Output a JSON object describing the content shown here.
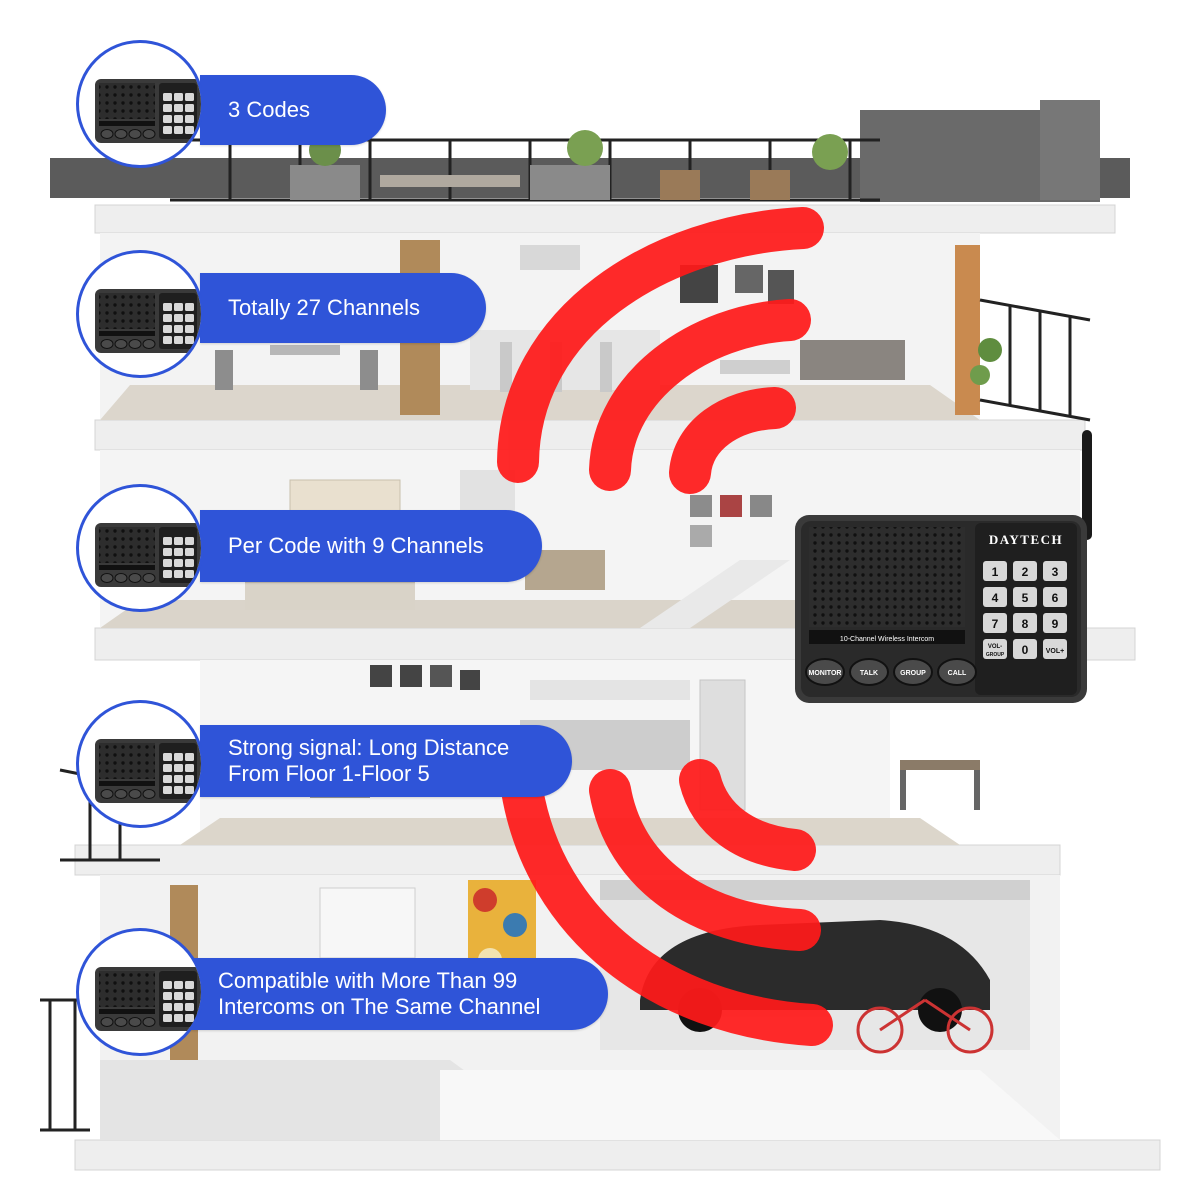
{
  "features": [
    {
      "lines": [
        "3 Codes"
      ]
    },
    {
      "lines": [
        "Totally 27 Channels"
      ]
    },
    {
      "lines": [
        "Per Code with 9 Channels"
      ]
    },
    {
      "lines": [
        "Strong signal: Long Distance",
        "From Floor 1-Floor 5"
      ]
    },
    {
      "lines": [
        "Compatible with More Than 99",
        "Intercoms on The Same Channel"
      ]
    }
  ],
  "device": {
    "brand": "DAYTECH",
    "panel_label": "10-Channel Wireless Intercom",
    "keypad": [
      "1",
      "2",
      "3",
      "4",
      "5",
      "6",
      "7",
      "8",
      "9",
      "0"
    ],
    "vol_minus": "VOL-",
    "vol_minus_sub": "GROUP",
    "vol_plus": "VOL+",
    "buttons": [
      "MONITOR",
      "TALK",
      "GROUP",
      "CALL"
    ]
  },
  "colors": {
    "label_blue": "#2f54d8",
    "signal_red": "#ff1a1a",
    "device_gray": "#2e2e2e"
  }
}
